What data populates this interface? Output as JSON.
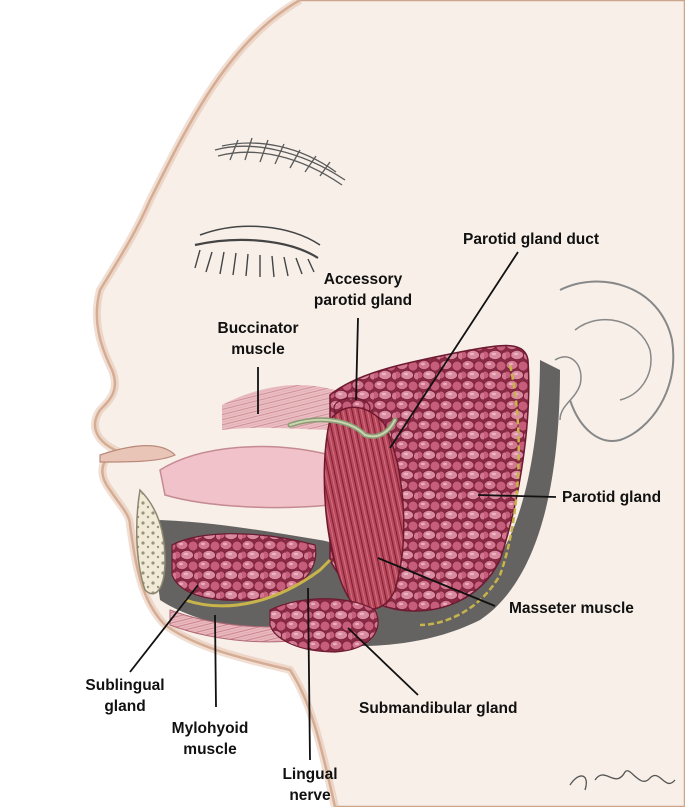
{
  "labels": {
    "parotid_gland_duct": "Parotid gland duct",
    "accessory_parotid_gland": [
      "Accessory",
      "parotid gland"
    ],
    "buccinator_muscle": [
      "Buccinator",
      "muscle"
    ],
    "parotid_gland": "Parotid gland",
    "masseter_muscle": "Masseter muscle",
    "submandibular_gland": "Submandibular gland",
    "sublingual_gland": [
      "Sublingual",
      "gland"
    ],
    "mylohyoid_muscle": [
      "Mylohyoid",
      "muscle"
    ],
    "lingual_nerve": [
      "Lingual",
      "nerve"
    ]
  },
  "colors": {
    "skin": "#f6ece4",
    "skin_edge": "#c9a08a",
    "gland": "#c9607e",
    "gland_dark": "#8a2a44",
    "muscle": "#b33d52",
    "nerve": "#c8b44a",
    "tongue": "#f2c6cc",
    "pencil": "#7a7a7a"
  }
}
